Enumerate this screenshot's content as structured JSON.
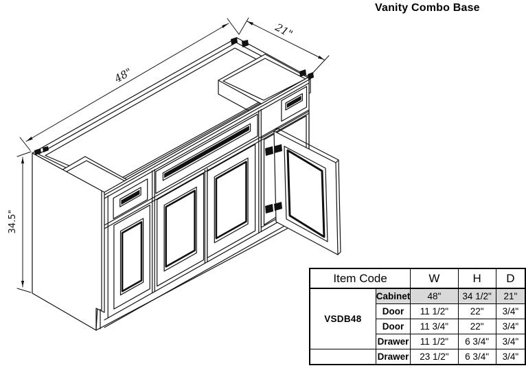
{
  "title": "Vanity Combo Base",
  "drawing": {
    "width_label": "48\"",
    "depth_label": "21\"",
    "height_label": "34.5\""
  },
  "spec_table": {
    "header": {
      "item_code": "Item Code",
      "w": "W",
      "h": "H",
      "d": "D"
    },
    "item_code": "VSDB48",
    "highlight_color": "#d9d9d9",
    "rows": [
      {
        "part": "Cabinet",
        "w": "48\"",
        "h": "34 1/2\"",
        "d": "21\""
      },
      {
        "part": "Door",
        "w": "11 1/2\"",
        "h": "22\"",
        "d": "3/4\""
      },
      {
        "part": "Door",
        "w": "11 3/4\"",
        "h": "22\"",
        "d": "3/4\""
      },
      {
        "part": "Drawer",
        "w": "11 1/2\"",
        "h": "6 3/4\"",
        "d": "3/4\""
      },
      {
        "part": "Drawer",
        "w": "23 1/2\"",
        "h": "6 3/4\"",
        "d": "3/4\""
      }
    ]
  }
}
